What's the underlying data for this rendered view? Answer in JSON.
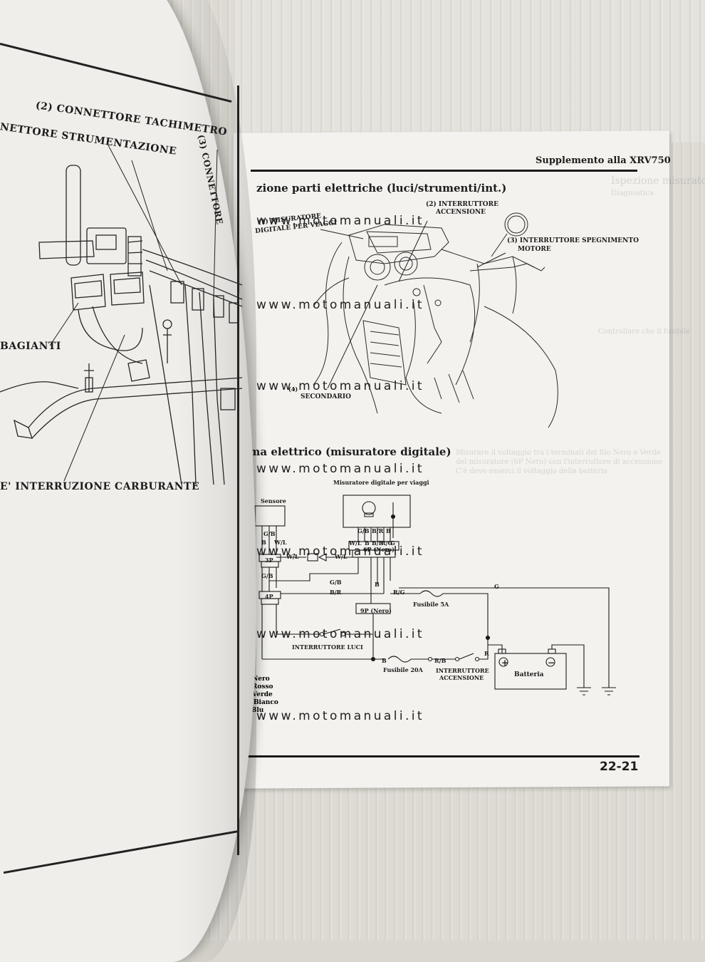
{
  "left_page": {
    "labels": {
      "connettore_tachimetro": "(2) CONNETTORE TACHIMETRO",
      "connettore_strumentazione": "NETTORE STRUMENTAZIONE",
      "connettore_3": "(3) CONNETTORE",
      "abbagianti": "BAGIANTI",
      "interruzione_carburante": "E' INTERRUZIONE CARBURANTE"
    }
  },
  "right_page": {
    "header": "Supplemento alla XRV750",
    "section_1_title": "zione parti elettriche (luci/strumenti/int.)",
    "section_2_title": "ema elettrico (misuratore digitale)",
    "figure_1_labels": {
      "interruttore_accensione_1": "(2) INTERRUTTORE",
      "interruttore_accensione_2": "ACCENSIONE",
      "spegnimento_1": "(3) INTERRUTTORE SPEGNIMENTO",
      "spegnimento_2": "MOTORE",
      "misuratore_1": "(1) MISURATORE",
      "misuratore_2": "DIGITALE PER VIAGGI",
      "secondario": "SECONDARIO",
      "secondario_prefix": "(4)"
    },
    "schematic": {
      "sensore": "Sensore",
      "misuratore": "Misuratore digitale per viaggi",
      "wire_labels": {
        "gb": "G/B",
        "b": "B",
        "wl": "W/L",
        "br": "B/R",
        "rg": "R/G",
        "g": "G",
        "r": "R",
        "rb": "R/B"
      },
      "conn_3p": "3P",
      "conn_4p": "4P",
      "conn_6p": "6P (Nero)",
      "conn_9p": "9P (Nero)",
      "fusibile_5a": "Fusibile 5A",
      "fusibile_20a": "Fusibile 20A",
      "interruttore_luci": "INTERRUTTORE LUCI",
      "interruttore_accensione_1": "INTERRUTTORE",
      "interruttore_accensione_2": "ACCENSIONE",
      "batteria": "Batteria",
      "plus": "+",
      "minus": "−"
    },
    "legend": [
      "B: Nero",
      "R: Rosso",
      "G: Verde",
      "W: Bianco",
      "L: Blu"
    ],
    "page_number": "22-21"
  },
  "watermarks": [
    "www.motomanuali.it",
    "www.motomanuali.it",
    "www.motomanuali.it",
    "www.motomanuali.it",
    "www.motomanuali.it",
    "www.motomanuali.it",
    "www.motomanuali.it"
  ]
}
